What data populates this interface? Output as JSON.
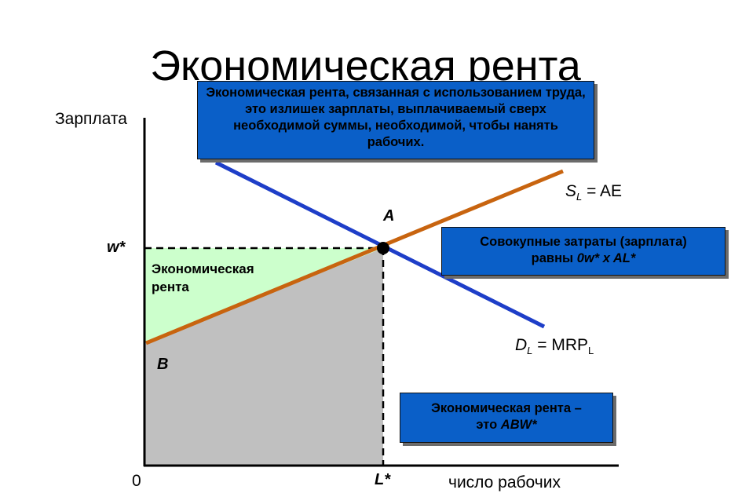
{
  "title": "Экономическая рента",
  "axes": {
    "y_label": "Зарплата",
    "x_label": "число рабочих",
    "origin": "0",
    "w_star": "w*",
    "l_star": "L*"
  },
  "points": {
    "A": "A",
    "B": "B"
  },
  "curves": {
    "supply": {
      "main": "S",
      "sub": "L",
      "rest": " = AE",
      "color": "#c8640f"
    },
    "demand": {
      "main": "D",
      "sub": "L",
      "rest": " = MRP",
      "rest_sub": "L",
      "color": "#1e3ec8"
    }
  },
  "regions": {
    "rent_line1": "Экономическая",
    "rent_line2": "рента",
    "rent_color": "#ccffcc",
    "cost_color": "#c0c0c0"
  },
  "boxes": {
    "definition": "Экономическая рента, связанная с использованием труда, это излишек зарплаты, выплачиваемый сверх необходимой суммы, необходимой, чтобы нанять рабочих.",
    "total_cost_line1": "Совокупные затраты (зарплата)",
    "total_cost_line2_a": "равны ",
    "total_cost_line2_b": "0w* x AL*",
    "rent_is_line1": "Экономическая рента –",
    "rent_is_line2_a": "это ",
    "rent_is_line2_b": "ABW*",
    "box_color": "#0a5fc8"
  }
}
